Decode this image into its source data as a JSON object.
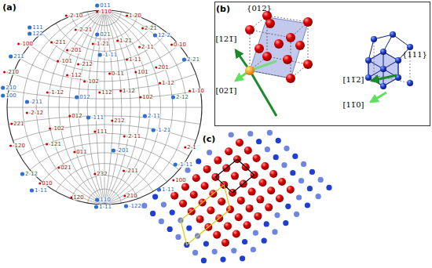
{
  "diagram": {
    "labels": [
      "(a)",
      "011",
      "-110",
      "-2-10",
      "1-20",
      "111",
      "122",
      "-2-21",
      "021",
      "2-21",
      "12-2",
      "-100",
      "-211",
      "-201",
      "-1-21",
      "1-21",
      "2-11",
      "0-10",
      "211",
      "-101",
      "-212",
      "-1-11",
      "1-11",
      "2-21",
      "-210",
      "-112",
      "-102",
      "0-11",
      "101",
      "201",
      "1-12",
      "210",
      "100",
      "-211",
      "-1-12",
      "012",
      "112",
      "1-12",
      "102",
      "2-12",
      "1-10",
      "-2-12",
      "012",
      "-111",
      "212",
      "2-11",
      "221",
      "-102",
      "111",
      "-2-11",
      "-1-21",
      "-120",
      "-121",
      "011",
      "-201",
      "2-1",
      "021",
      "2-12",
      "232",
      "-211",
      "-1-11",
      "010",
      "1-11",
      "100",
      "1-11",
      "120",
      "110",
      "210",
      "1-11",
      "-122",
      "(b)",
      "{012}",
      "[121̅]",
      "[021̅]",
      "{111}",
      "[11̅2]",
      "[11̅0]",
      "(c)"
    ]
  }
}
